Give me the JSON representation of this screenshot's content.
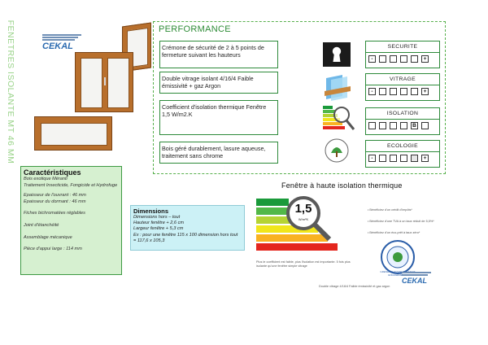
{
  "vertical_title": "FENETRES ISOLANTE MT 46 MM",
  "brand": "CEKAL",
  "performance": {
    "title": "PERFORMANCE",
    "features": [
      {
        "text": "Crémone de sécurité de 2 à 5 points de fermeture suivant les hauteurs"
      },
      {
        "text": "Double vitrage isolant 4/16/4 Faible émissivité + gaz Argon"
      },
      {
        "text": "Coefficient d'isolation thermique Fenêtre 1,5 W/m2.K"
      },
      {
        "text": "Bois géré durablement, lasure aqueuse, traitement sans chrome"
      }
    ],
    "ratings": [
      {
        "label": "SECURITE",
        "icon": "keyhole-icon",
        "cells": [
          "-",
          "",
          "",
          "",
          "",
          "+"
        ],
        "filled": []
      },
      {
        "label": "VITRAGE",
        "icon": "double-glazing-icon",
        "cells": [
          "-",
          "",
          "",
          "",
          "",
          "+"
        ],
        "filled": []
      },
      {
        "label": "ISOLATION",
        "icon": "energy-label-icon",
        "cells": [
          "",
          "",
          "",
          "",
          "B",
          ""
        ],
        "filled": []
      },
      {
        "label": "ECOLOGIE",
        "icon": "eco-label-icon",
        "cells": [
          "-",
          "",
          "",
          "",
          "",
          "+"
        ],
        "filled": [
          4
        ]
      }
    ]
  },
  "characteristics": {
    "title": "Caractéristiques",
    "items": [
      "Bois exotique Méranti",
      "Traitement Insecticide, Fongicide et Hydrofuge",
      "",
      "Epaisseur de l'ouvrant : 46 mm",
      "Epaisseur du dormant : 46 mm",
      "",
      "Fiches bichromatées réglables",
      "",
      "Joint d'étanchéité",
      "",
      "Assemblage mécanique",
      "",
      "Pièce d'appui large : 114 mm"
    ]
  },
  "dimensions": {
    "title": "Dimensions",
    "items": [
      "Dimensions hors – tout",
      "Hauteur fenêtre + 2,6 cm",
      "Largeur fenêtre + 5,3 cm",
      "Ex : pour une fenêtre 115 x 100 dimension hors tout = 117,6 x 105,3"
    ]
  },
  "insulation": {
    "title": "Fenêtre à haute isolation thermique",
    "value": "1,5",
    "value_unit": "W/m²K",
    "bullets": [
      "• Bénéficiez d'un crédit d'impôts*",
      "• Bénéficiez d'une TVA à un taux réduit de 5,5%*",
      "• Bénéficiez d'un éco-prêt à taux zéro*"
    ],
    "note": "Plus le coefficient est faible, plus l'isolation est importante. 5 fois plus isolante qu'une fenêtre simple vitrage",
    "footnote": "Double vitrage 4/16/4 Faible émissivité et gaz argon",
    "badge": "GRENELLE ENVIRONNEMENT ENGAGEMENTS"
  },
  "colors": {
    "green": "#2d8a3a",
    "light_green": "#d6f0d0",
    "light_blue": "#ccf1f6",
    "wood": "#b86f2c",
    "energy": [
      "#1a9a3a",
      "#52b848",
      "#b5d334",
      "#f1e61b",
      "#f9b222",
      "#ee7223",
      "#e4261e"
    ]
  }
}
